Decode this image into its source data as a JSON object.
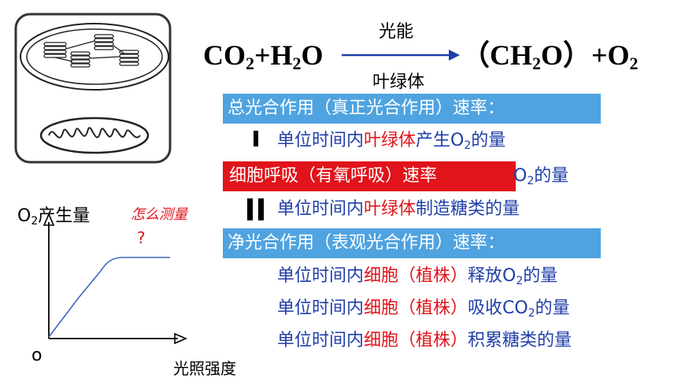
{
  "equation": {
    "reactant_co": "CO",
    "reactant_co_sub": "2",
    "reactant_plus_h": "+H",
    "reactant_h_sub": "2",
    "reactant_o": "O",
    "condition_top": "光能",
    "condition_bottom": "叶绿体",
    "product_open": "（CH",
    "product_sub": "2",
    "product_close": "O）+O",
    "product_o_sub": "2"
  },
  "gross_rate": {
    "heading": "总光合作用（真正光合作用）速率：",
    "line": {
      "pre": "单位时间内",
      "red": "叶绿体",
      "post": "产生O",
      "sub": "2",
      "tail": "的量"
    }
  },
  "respiration": {
    "heading": "细胞呼吸（有氧呼吸）速率",
    "tail_pre": "O",
    "tail_sub": "2",
    "tail_post": "的量"
  },
  "gross_line2": {
    "pre": "单位时间内",
    "red": "叶绿体",
    "post": "制造糖类的量"
  },
  "net_rate": {
    "heading": "净光合作用（表观光合作用）速率：",
    "lines": [
      {
        "pre": "单位时间内",
        "red": "细胞（植株）",
        "post": "释放O",
        "sub": "2",
        "tail": "的量"
      },
      {
        "pre": "单位时间内",
        "red": "细胞（植株）",
        "post": "吸收CO",
        "sub": "2",
        "tail": "的量"
      },
      {
        "pre": "单位时间内",
        "red": "细胞（植株）",
        "post": "积累糖类的量",
        "sub": "",
        "tail": ""
      }
    ]
  },
  "graph": {
    "y_label_pre": "O",
    "y_label_sub": "2",
    "y_label_post": "产生量",
    "x_label": "光照强度",
    "origin": "o",
    "note": "怎么测量",
    "question": "?"
  },
  "colors": {
    "blue_box": "#4fa3e0",
    "red_box": "#e0141a",
    "text_blue": "#1f3ea8",
    "text_red": "#e0141a",
    "curve": "#3a66c0"
  }
}
